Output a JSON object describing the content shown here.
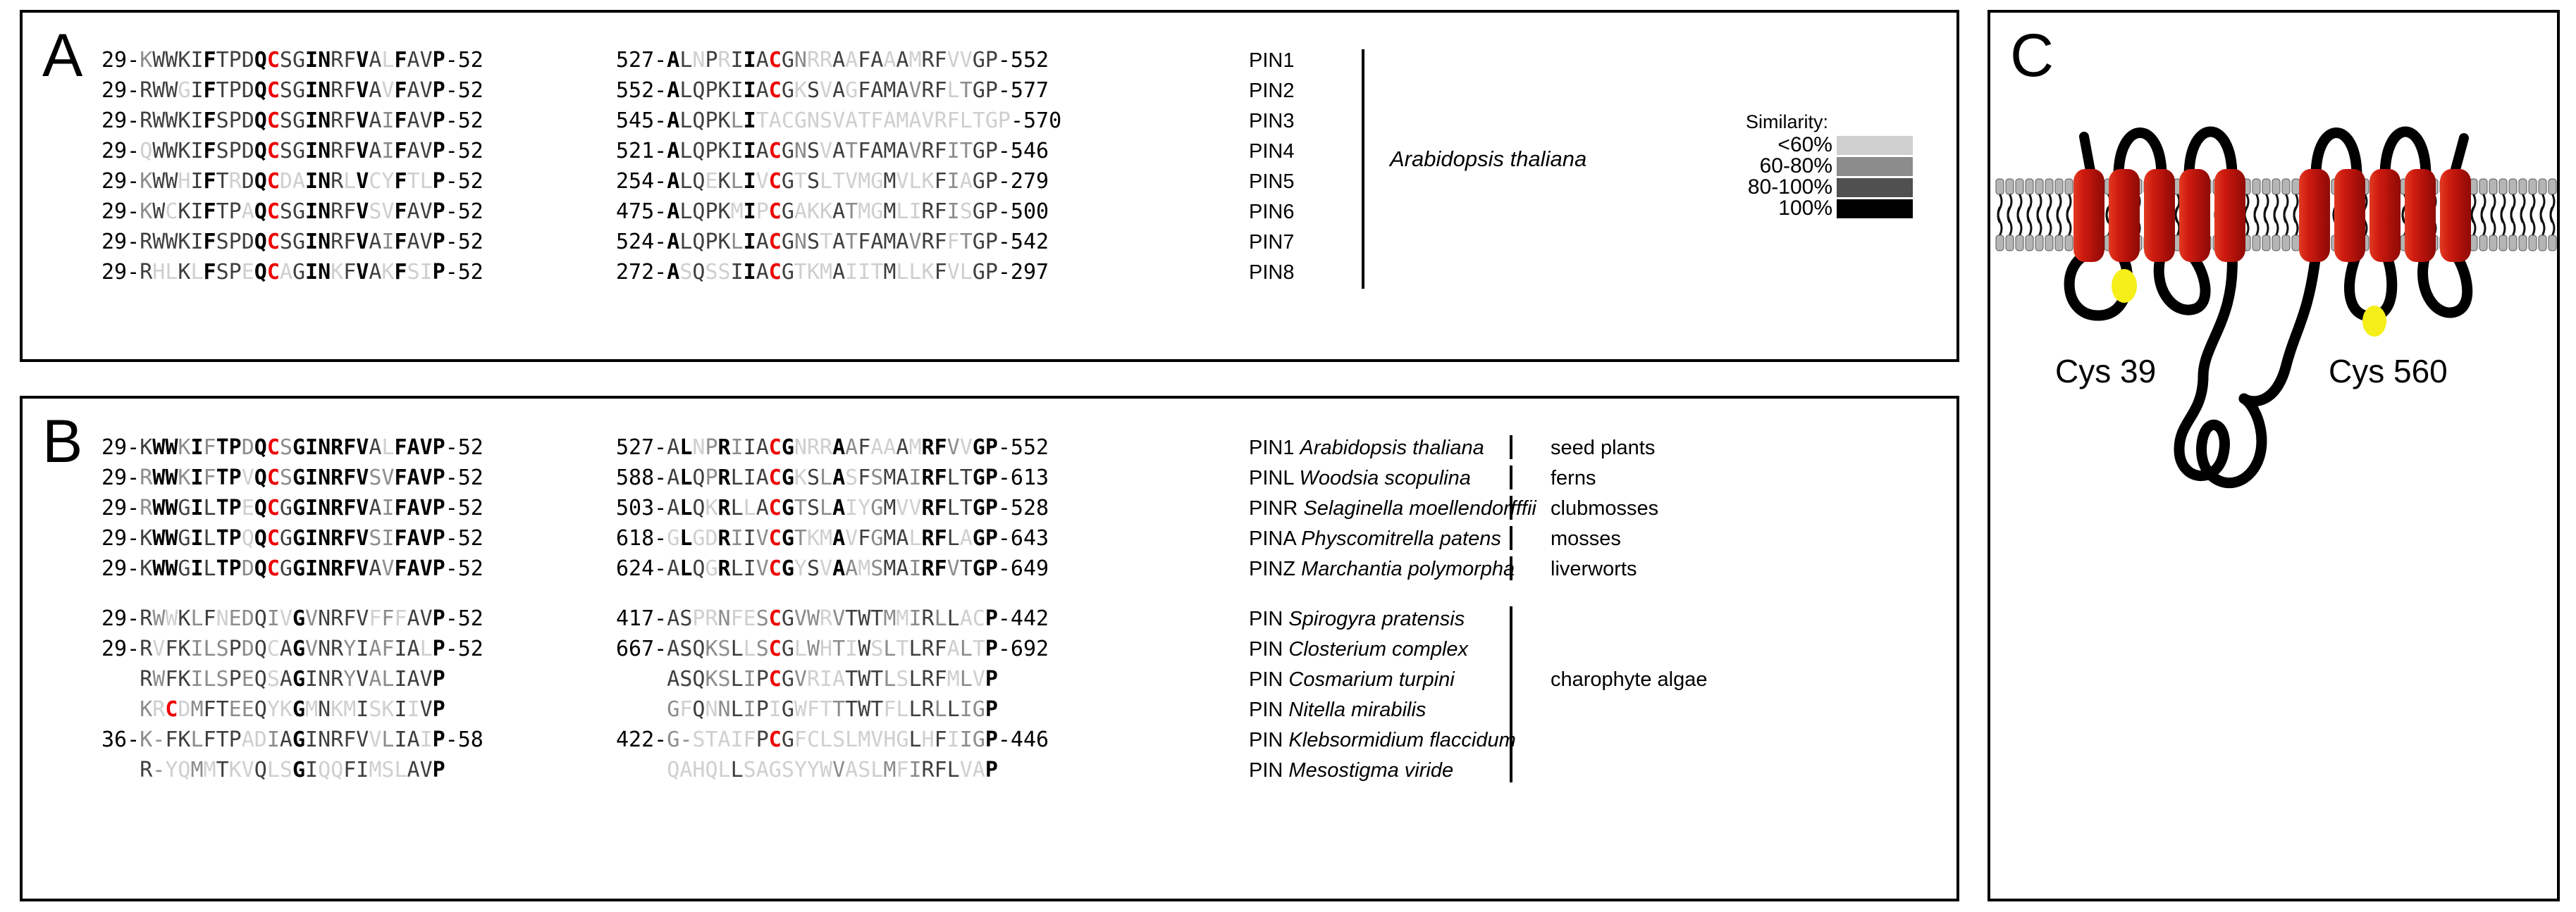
{
  "figure": {
    "panels": [
      {
        "id": "A",
        "letter": "A"
      },
      {
        "id": "B",
        "letter": "B"
      },
      {
        "id": "C",
        "letter": "C"
      }
    ]
  },
  "similarity_legend": {
    "title": "Similarity:",
    "items": [
      {
        "label": "<60%",
        "color": "#cfcfcf"
      },
      {
        "label": "60-80%",
        "color": "#8c8c8c"
      },
      {
        "label": "80-100%",
        "color": "#505050"
      },
      {
        "label": "100%",
        "color": "#000000"
      }
    ]
  },
  "colors": {
    "cysteine": "#ee0000",
    "helix": "#cc1111",
    "membrane": "#b3b3b3",
    "marker": "#f5ee18",
    "text": "#000000"
  },
  "panel_a": {
    "species_label": "Arabidopsis thaliana",
    "rows": [
      {
        "name": "PIN1",
        "col1_start": "29",
        "col1_end": "52",
        "col1": "KWWKIFTPDQCSGINRFVALFAVP",
        "col2_start": "527",
        "col2_end": "552",
        "col2": "ALNPRIIACGNRRAAFAAAMRFVVGP"
      },
      {
        "name": "PIN2",
        "col1_start": "29",
        "col1_end": "52",
        "col1": "RWWGIFTPDQCSGINRFVAVFAVP",
        "col2_start": "552",
        "col2_end": "577",
        "col2": "ALQPKIIACGKSVAGFAMAVRFLTGP"
      },
      {
        "name": "PIN3",
        "col1_start": "29",
        "col1_end": "52",
        "col1": "RWWKIFSPDQCSGINRFVAIFAVP",
        "col2_start": "545",
        "col2_end": "570",
        "col2": "ALQPKLITACGNSVATFAMAVRFLTGP"
      },
      {
        "name": "PIN4",
        "col1_start": "29",
        "col1_end": "52",
        "col1": "QWWKIFSPDQCSGINRFVAIFAVP",
        "col2_start": "521",
        "col2_end": "546",
        "col2": "ALQPKIIACGNSVATFAMAVRFITGP"
      },
      {
        "name": "PIN5",
        "col1_start": "29",
        "col1_end": "52",
        "col1": "KWWHIFTRDQCDAINRLVCYFTLP",
        "col2_start": "254",
        "col2_end": "279",
        "col2": "ALQEKLIVCGTSLTVMGMVLKFIAGP"
      },
      {
        "name": "PIN6",
        "col1_start": "29",
        "col1_end": "52",
        "col1": "KWCKIFTPAQCSGINRFVSVFAVP",
        "col2_start": "475",
        "col2_end": "500",
        "col2": "ALQPKMIPCGAKKATMGMLIRFISGP"
      },
      {
        "name": "PIN7",
        "col1_start": "29",
        "col1_end": "52",
        "col1": "RWWKIFSPDQCSGINRFVAIFAVP",
        "col2_start": "524",
        "col2_end": "542",
        "col2": "ALQPKLIACGNSTATFAMAVRFFTGP"
      },
      {
        "name": "PIN8",
        "col1_start": "29",
        "col1_end": "52",
        "col1": "RHLKLFSPEQCAGINKFVAKFSIP",
        "col2_start": "272",
        "col2_end": "297",
        "col2": "ASQSSIIACGTKMAIITMLLKFVLGP"
      }
    ]
  },
  "panel_b": {
    "groups": [
      {
        "label": "seed plants",
        "rows": [
          {
            "gene": "PIN1",
            "species": "Arabidopsis thaliana",
            "col1_start": "29",
            "col1_end": "52",
            "col1": "KWWKIFTPDQCSGINRFVALFAVP",
            "col2_start": "527",
            "col2_end": "552",
            "col2": "ALNPRIIACGNRRAAFAAAMRFVVGP"
          }
        ]
      },
      {
        "label": "ferns",
        "rows": [
          {
            "gene": "PINL",
            "species": "Woodsia scopulina",
            "col1_start": "29",
            "col1_end": "52",
            "col1": "RWWKIFTPVQCSGINRFVSVFAVP",
            "col2_start": "588",
            "col2_end": "613",
            "col2": "ALQPRLIACGKSLASFSMAIRFLTGP"
          }
        ]
      },
      {
        "label": "clubmosses",
        "rows": [
          {
            "gene": "PINR",
            "species": "Selaginella moellendorfffii",
            "col1_start": "29",
            "col1_end": "52",
            "col1": "RWWGILTPEQCGGINRFVAIFAVP",
            "col2_start": "503",
            "col2_end": "528",
            "col2": "ALQKRLLACGTSLAIYGMVVRFLTGP"
          }
        ]
      },
      {
        "label": "mosses",
        "rows": [
          {
            "gene": "PINA",
            "species": "Physcomitrella patens",
            "col1_start": "29",
            "col1_end": "52",
            "col1": "KWWGILTPQQCGGINRFVSIFAVP",
            "col2_start": "618",
            "col2_end": "643",
            "col2": "GLGDRIIVCGTKMAVFGMALRFLAGP"
          }
        ]
      },
      {
        "label": "liverworts",
        "rows": [
          {
            "gene": "PINZ",
            "species": "Marchantia polymorpha",
            "col1_start": "29",
            "col1_end": "52",
            "col1": "KWWGILTPDQCGGINRFVAVFAVP",
            "col2_start": "624",
            "col2_end": "649",
            "col2": "ALQGRLIVCGYSVAAMSMAIRFVTGP"
          }
        ]
      },
      {
        "label": "charophyte algae",
        "rows": [
          {
            "gene": "PIN",
            "species": "Spirogyra pratensis",
            "col1_start": "29",
            "col1_end": "52",
            "col1": "RWWKLFNEDQIVGVNRFVFFFAVP",
            "col2_start": "417",
            "col2_end": "442",
            "col2": "ASPRNFESCGVWRVTWTMMIRLLACP"
          },
          {
            "gene": "PIN",
            "species": "Closterium complex",
            "col1_start": "29",
            "col1_end": "52",
            "col1": "RVFKILSPDQCAGVNRYIAFIALP",
            "col2_start": "667",
            "col2_end": "692",
            "col2": "ASQKSLLSCGLWHTIWSLTLRFALTP"
          },
          {
            "gene": "PIN",
            "species": "Cosmarium turpini",
            "col1_start": "",
            "col1_end": "",
            "col1": "RWFKILSPEQSAGINRYVALIAVP",
            "col2_start": "",
            "col2_end": "",
            "col2": "ASQKSLIPCGVRIATWTLSLRFMLVP"
          },
          {
            "gene": "PIN",
            "species": "Nitella mirabilis",
            "col1_start": "",
            "col1_end": "",
            "col1": "KRCDMFTEEQYKGMNKMISKIIVP",
            "col2_start": "",
            "col2_end": "",
            "col2": "GFQNNLIPIGWFTTTWTFLLRLLIGP"
          },
          {
            "gene": "PIN",
            "species": "Klebsormidium flaccidum",
            "col1_start": "36",
            "col1_end": "58",
            "col1": "K-FKLFTPADIAGINRFVVLIAIP",
            "col2_start": "422",
            "col2_end": "446",
            "col2": "G-STAIFPCGFCLSLMVHGLHFIIGP"
          },
          {
            "gene": "PIN",
            "species": "Mesostigma viride",
            "col1_start": "",
            "col1_end": "",
            "col1": "R-YQMMTKVQLSGIQQFIMSLAVP",
            "col2_start": "",
            "col2_end": "",
            "col2": "QAHQLLSAGSYYWVASLMFIRFLVAP"
          }
        ]
      }
    ]
  },
  "panel_c": {
    "cys_labels": [
      "Cys 39",
      "Cys 560"
    ],
    "helix_count_left": 5,
    "helix_count_right": 5
  }
}
